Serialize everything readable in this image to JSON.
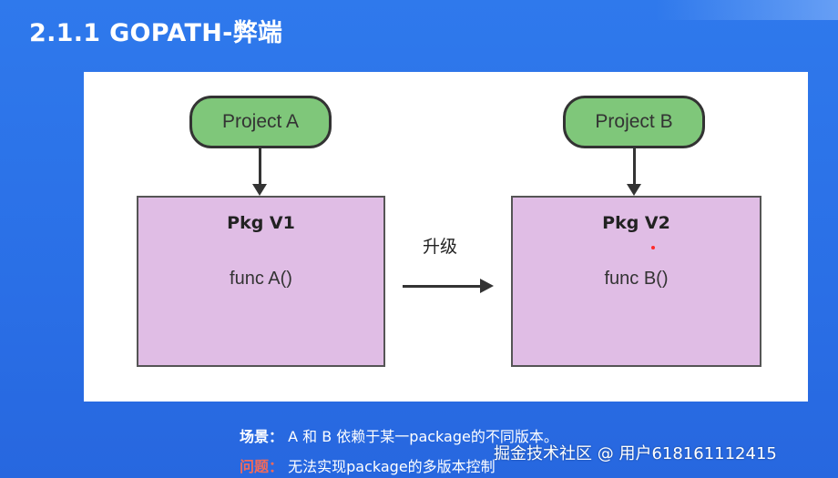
{
  "slide": {
    "title": "2.1.1 GOPATH-弊端"
  },
  "diagram": {
    "project_a": "Project A",
    "project_b": "Project B",
    "pkg_v1": {
      "title": "Pkg V1",
      "func": "func A()"
    },
    "pkg_v2": {
      "title": "Pkg V2",
      "func": "func B()"
    },
    "upgrade_label": "升级"
  },
  "notes": {
    "scenario_label": "场景：",
    "scenario_text": "A 和 B 依赖于某一package的不同版本。",
    "problem_label": "问题：",
    "problem_text": "无法实现package的多版本控制"
  },
  "watermark": "掘金技术社区 @ 用户618161112415",
  "colors": {
    "background": "#2a6fe6",
    "project_fill": "#7fc77a",
    "pkg_fill": "#e0bde5",
    "problem_label": "#f26a5a"
  }
}
